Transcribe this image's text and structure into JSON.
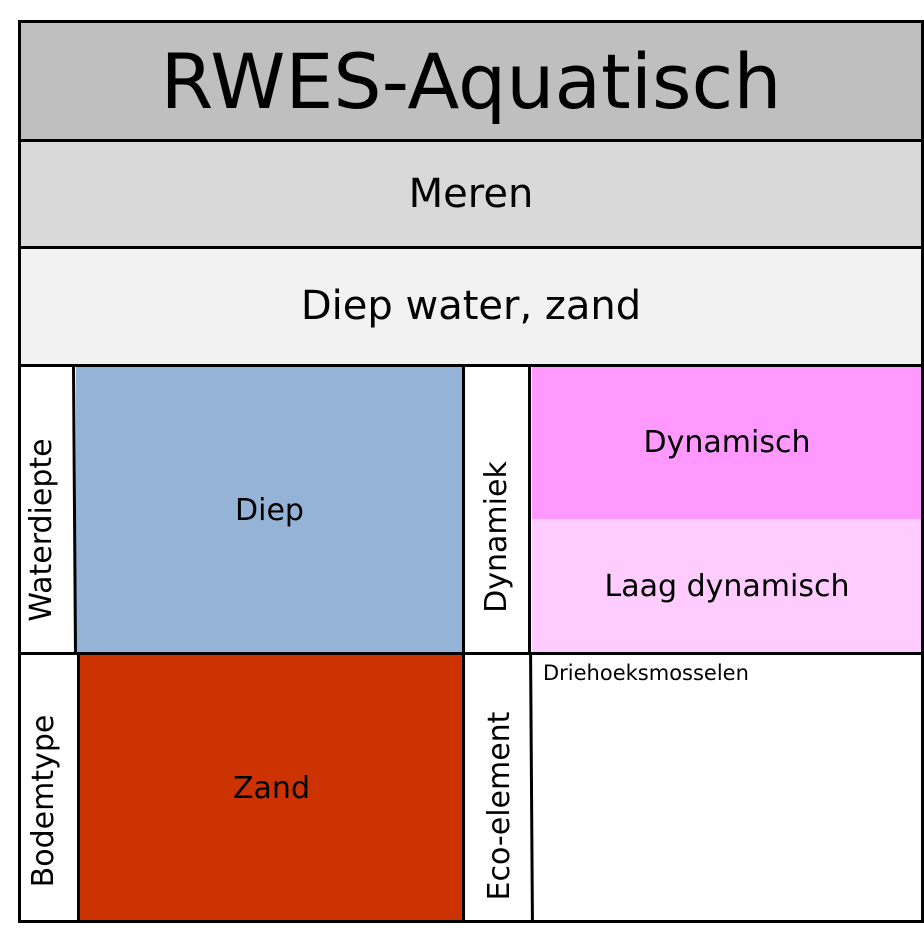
{
  "title": "RWES-Aquatisch",
  "level1": "Meren",
  "level2": "Diep water, zand",
  "waterdiepte": {
    "label": "Waterdiepte",
    "value": "Diep",
    "color": "#95b3d7"
  },
  "dynamiek": {
    "label": "Dynamiek",
    "values": [
      {
        "text": "Dynamisch",
        "color": "#ff99ff"
      },
      {
        "text": "Laag dynamisch",
        "color": "#ffccff"
      }
    ]
  },
  "bodemtype": {
    "label": "Bodemtype",
    "value": "Zand",
    "color": "#cc3300"
  },
  "eco_element": {
    "label": "Eco-element",
    "items": [
      "Driehoeksmosselen"
    ]
  },
  "colors": {
    "title_bg": "#bfbfbf",
    "level1_bg": "#d9d9d9",
    "level2_bg": "#f2f2f2"
  }
}
